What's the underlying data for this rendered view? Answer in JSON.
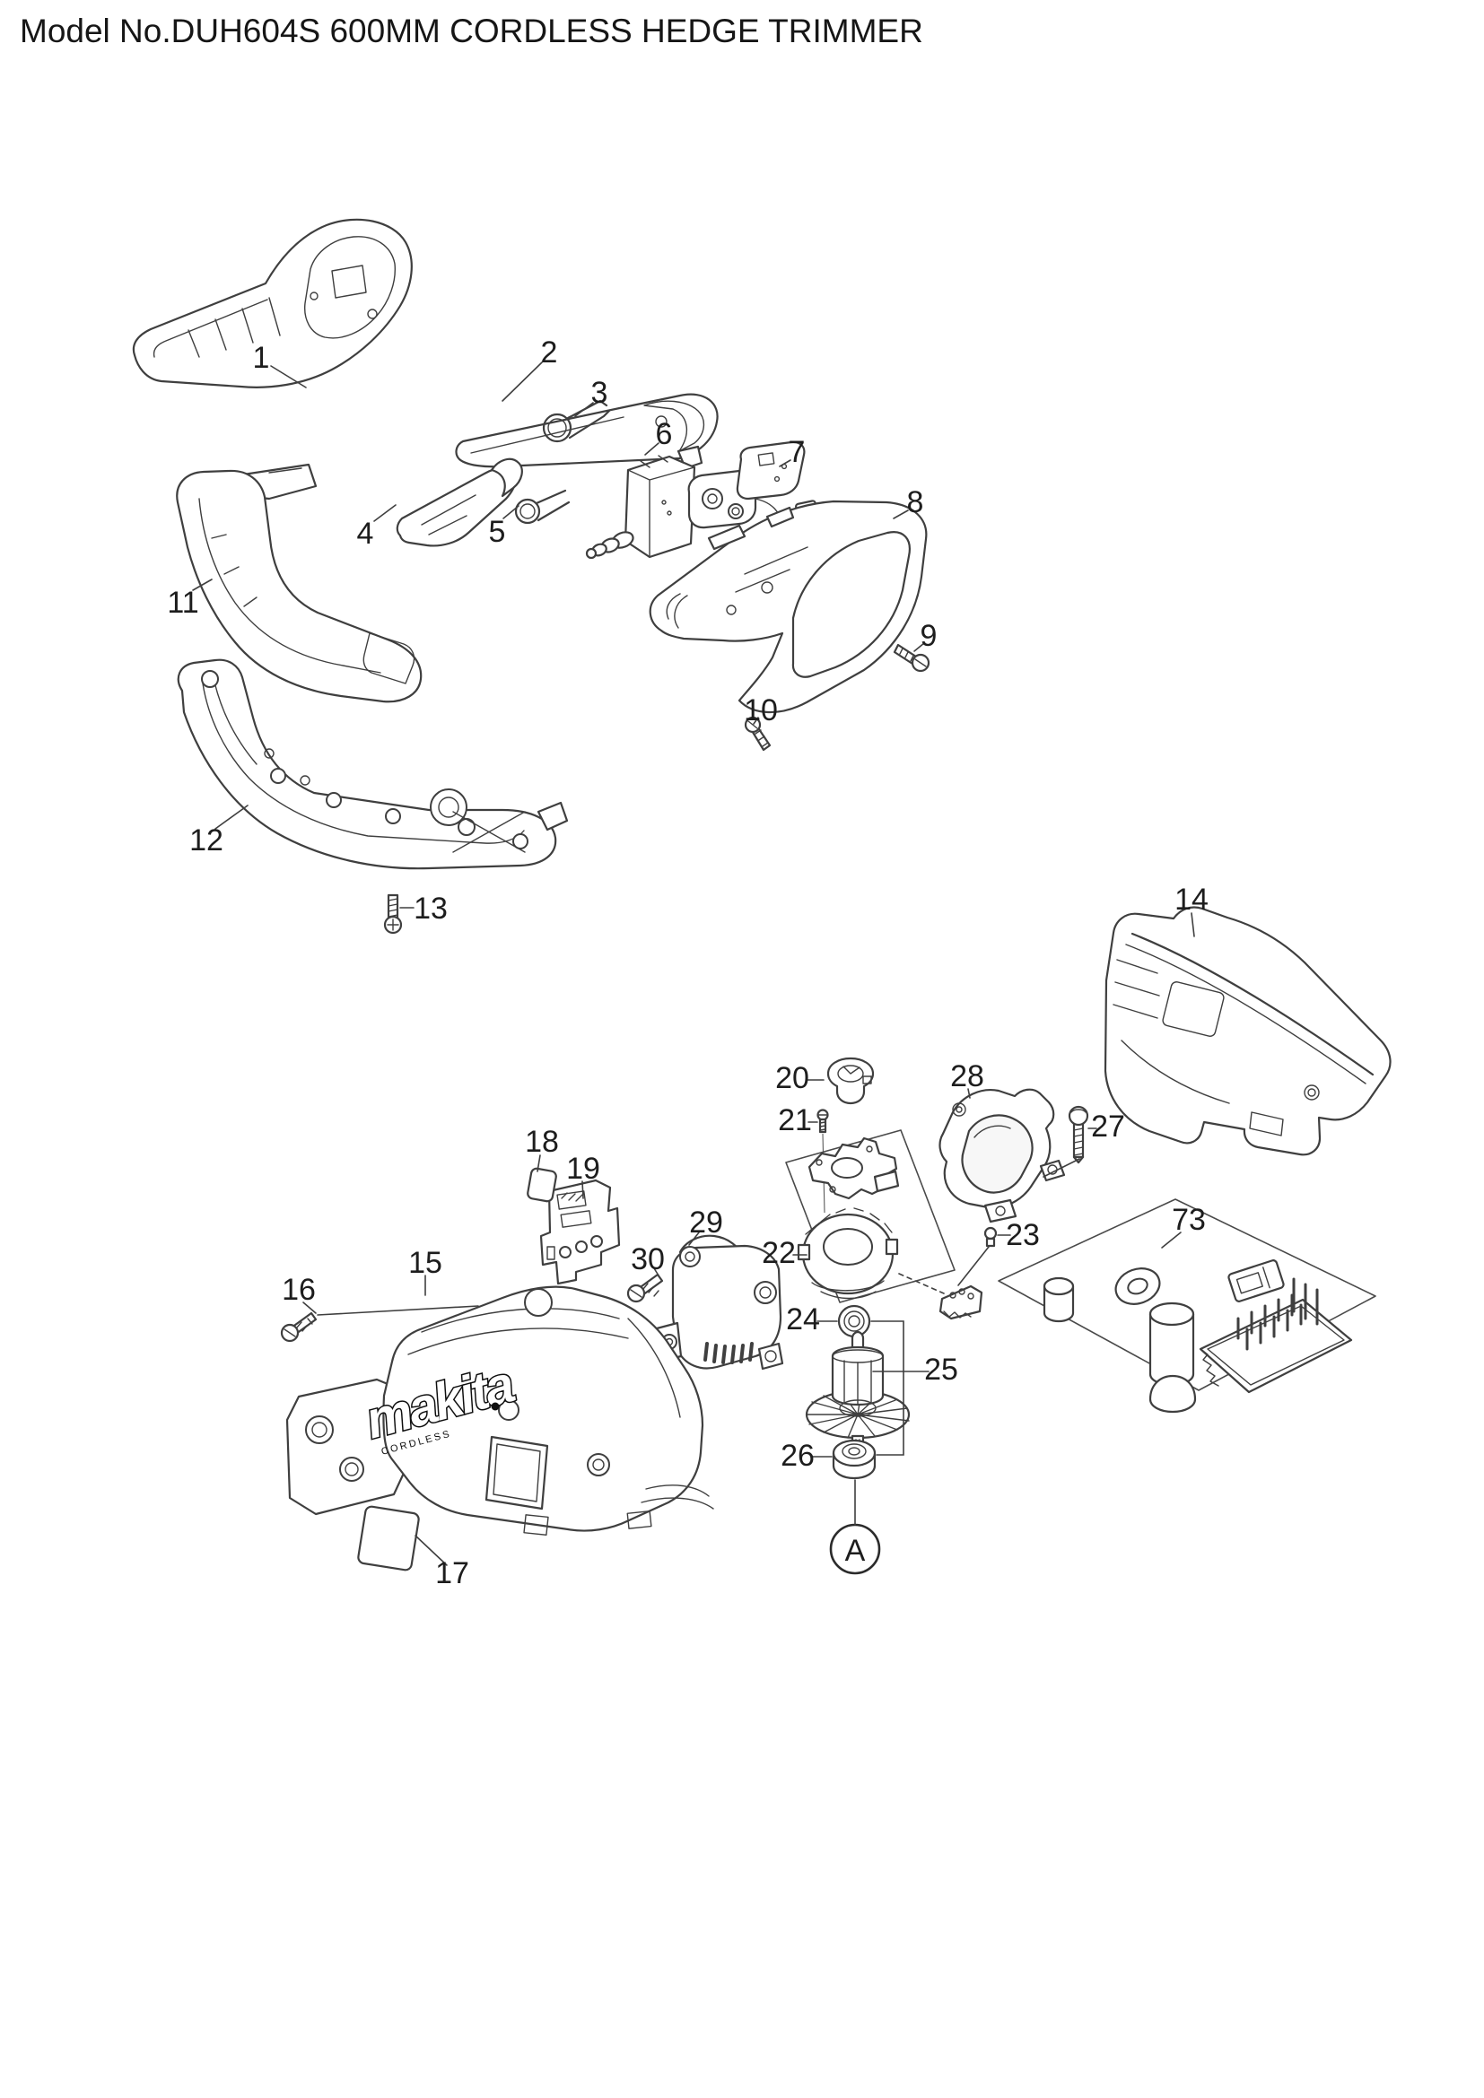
{
  "title": "Model No.DUH604S 600MM CORDLESS HEDGE TRIMMER",
  "brand": {
    "logo": "makita",
    "sub": "CORDLESS"
  },
  "assembly_marker": {
    "label": "A"
  },
  "labels": {
    "p1": "1",
    "p2": "2",
    "p3": "3",
    "p4": "4",
    "p5": "5",
    "p6": "6",
    "p7": "7",
    "p8": "8",
    "p9": "9",
    "p10": "10",
    "p11": "11",
    "p12": "12",
    "p13": "13",
    "p14": "14",
    "p15": "15",
    "p16": "16",
    "p17": "17",
    "p18": "18",
    "p19": "19",
    "p20": "20",
    "p21": "21",
    "p22": "22",
    "p23": "23",
    "p24": "24",
    "p25": "25",
    "p26": "26",
    "p27": "27",
    "p28": "28",
    "p29": "29",
    "p30": "30",
    "p73": "73"
  },
  "colors": {
    "background": "#ffffff",
    "line": "#3f3f3f",
    "label": "#1d1d1d",
    "logo": "#0f0f0f"
  }
}
